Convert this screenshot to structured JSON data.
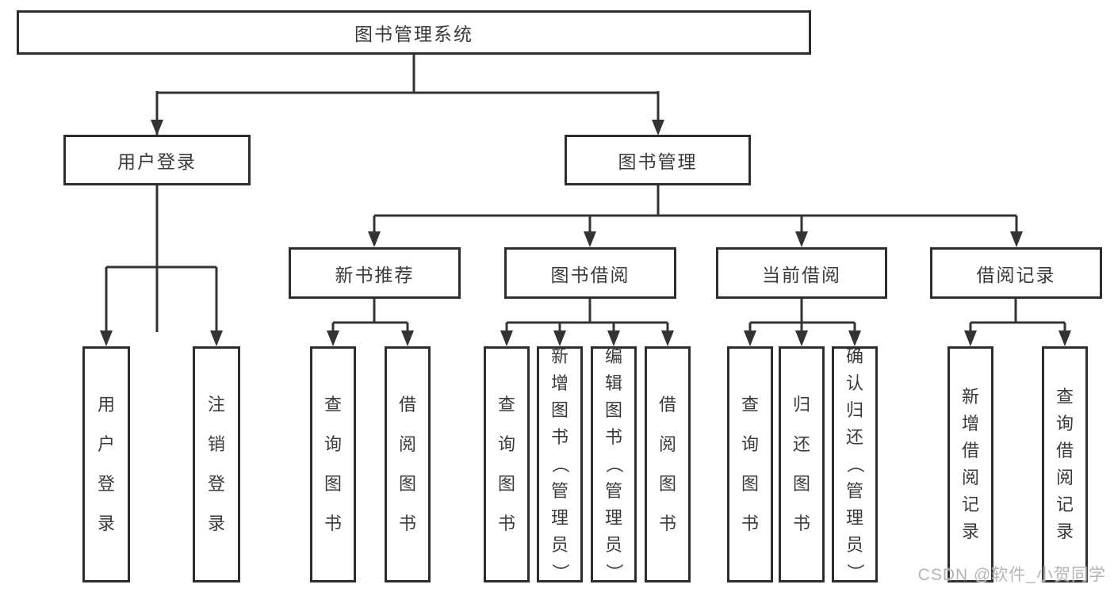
{
  "root": {
    "label": "图书管理系统"
  },
  "level2": {
    "user_login": {
      "label": "用户登录"
    },
    "book_management": {
      "label": "图书管理"
    }
  },
  "level3": {
    "new_book_recommend": {
      "label": "新书推荐"
    },
    "book_borrow": {
      "label": "图书借阅"
    },
    "current_borrow": {
      "label": "当前借阅"
    },
    "borrow_records": {
      "label": "借阅记录"
    }
  },
  "leaves": {
    "user_login_child": {
      "label": "用户登录"
    },
    "logout": {
      "label": "注销登录"
    },
    "recommend_query_book": {
      "label": "查询图书"
    },
    "recommend_borrow_book": {
      "label": "借阅图书"
    },
    "borrow_query_book": {
      "label": "查询图书"
    },
    "borrow_add_book_admin": {
      "label": "新增图书（管理员）"
    },
    "borrow_edit_book_admin": {
      "label": "编辑图书（管理员）"
    },
    "borrow_borrow_book": {
      "label": "借阅图书"
    },
    "current_query_book": {
      "label": "查询图书"
    },
    "current_return_book": {
      "label": "归还图书"
    },
    "current_confirm_return_admin": {
      "label": "确认归还（管理员）"
    },
    "records_add_record": {
      "label": "新增借阅记录"
    },
    "records_query_record": {
      "label": "查询借阅记录"
    }
  },
  "watermark": "CSDN @软件_小贺同学",
  "colors": {
    "background": "#ffffff",
    "line": "#333333",
    "box_border": "#2d2d2d",
    "text": "#3a3a3a",
    "watermark": "#b5b5b5"
  }
}
